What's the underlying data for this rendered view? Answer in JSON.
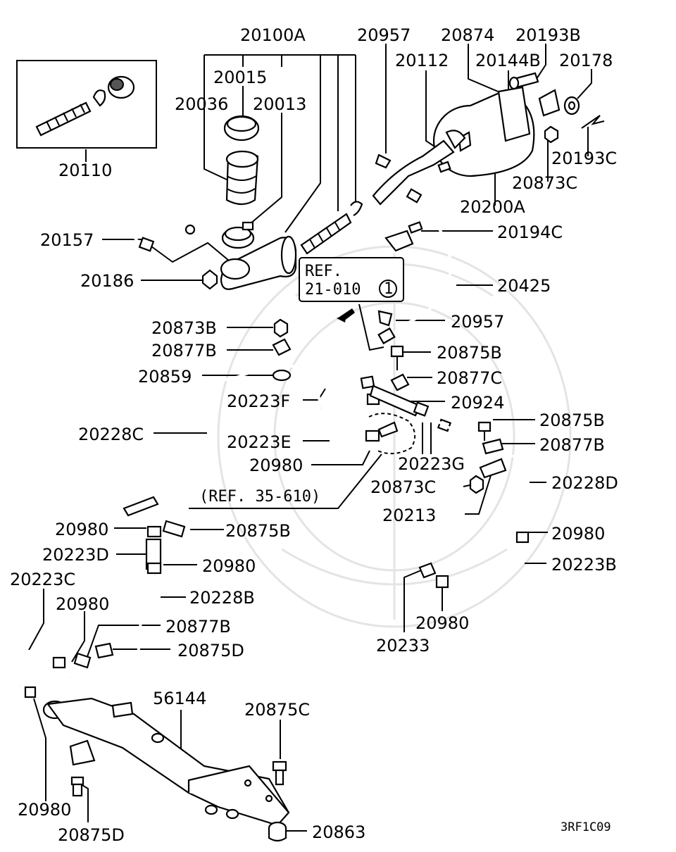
{
  "diagram": {
    "drawing_code": "3RF1C09",
    "ref_box": {
      "line1": "REF.",
      "line2": "21-010",
      "circle_num": "1"
    },
    "ref_note": "(REF. 35-610)",
    "labels": {
      "l20100A": "20100A",
      "l20957a": "20957",
      "l20874": "20874",
      "l20193B": "20193B",
      "l20015": "20015",
      "l20112": "20112",
      "l20144B": "20144B",
      "l20178": "20178",
      "l20036": "20036",
      "l20013": "20013",
      "l20193C": "20193C",
      "l20873Ca": "20873C",
      "l20110": "20110",
      "l20200A": "20200A",
      "l20157": "20157",
      "l20194C": "20194C",
      "l20186": "20186",
      "l20425": "20425",
      "l20957b": "20957",
      "l20873B": "20873B",
      "l20877Ba": "20877B",
      "l20875Ba": "20875B",
      "l20859": "20859",
      "l20877C": "20877C",
      "l20223F": "20223F",
      "l20924": "20924",
      "l20875Bb": "20875B",
      "l20228C": "20228C",
      "l20223E": "20223E",
      "l20877Bb": "20877B",
      "l20980a": "20980",
      "l20223G": "20223G",
      "l20228D": "20228D",
      "l20873Cb": "20873C",
      "l20213": "20213",
      "l20980b": "20980",
      "l20875Bc": "20875B",
      "l20980c": "20980",
      "l20223D": "20223D",
      "l20980d": "20980",
      "l20223B": "20223B",
      "l20223C": "20223C",
      "l20228B": "20228B",
      "l20980e": "20980",
      "l20980f": "20980",
      "l20877Bc": "20877B",
      "l20875Da": "20875D",
      "l20233": "20233",
      "l56144": "56144",
      "l20875C": "20875C",
      "l20980g": "20980",
      "l20875Db": "20875D",
      "l20863": "20863"
    }
  }
}
